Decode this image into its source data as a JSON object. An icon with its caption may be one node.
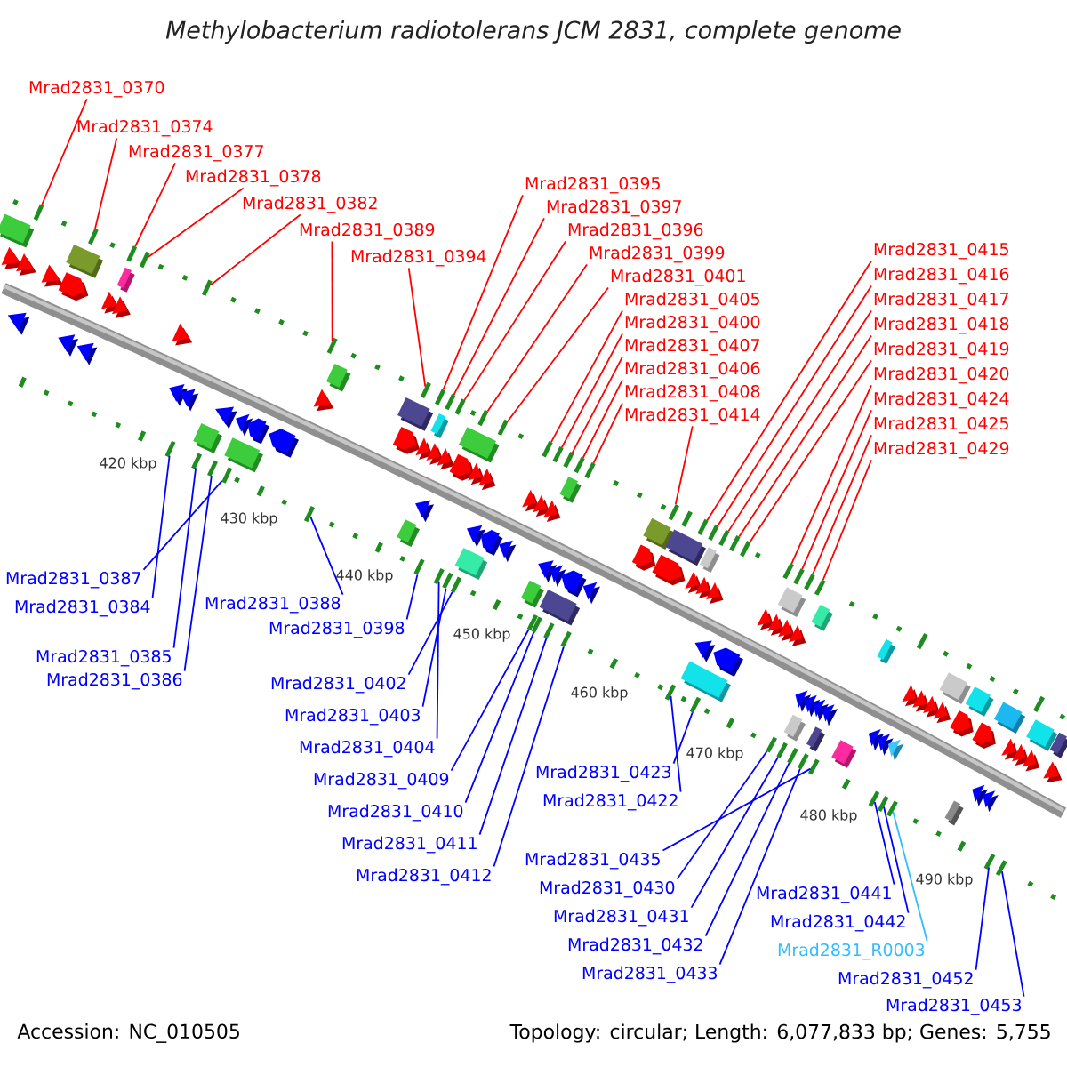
{
  "diagram": {
    "title": "Methylobacterium radiotolerans JCM 2831, complete genome",
    "nodes": [
      {
        "text": [
          "Mrad2831_0370"
        ]
      },
      {
        "text": [
          "Mrad2831_0374"
        ]
      },
      {
        "text": [
          "Mrad2831_0377"
        ]
      },
      {
        "text": [
          "Mrad2831_0378"
        ]
      },
      {
        "text": [
          "Mrad2831_0405"
        ]
      },
      {
        "text": [
          "Mrad2831_0395"
        ]
      },
      {
        "text": [
          "Mrad2831_0382"
        ]
      },
      {
        "text": [
          "Mrad2831_0400"
        ]
      },
      {
        "text": [
          "Mrad2831_0389"
        ]
      },
      {
        "text": [
          "Mrad2831_0407"
        ]
      },
      {
        "text": [
          "Mrad2831_0397"
        ]
      },
      {
        "text": [
          "Mrad2831_0394"
        ]
      },
      {
        "text": [
          "Mrad2831_0419"
        ]
      },
      {
        "text": [
          "Mrad2831_0406"
        ]
      },
      {
        "text": [
          "Mrad2831_0396"
        ]
      },
      {
        "text": [
          "Mrad2831_0418"
        ]
      },
      {
        "text": [
          "Mrad2831_0399"
        ]
      },
      {
        "text": [
          "Mrad2831_0417"
        ]
      },
      {
        "text": [
          "Mrad2831_0401"
        ]
      },
      {
        "text": [
          "Mrad2831_0415"
        ]
      },
      {
        "text": [
          "Mrad2831_0416"
        ]
      },
      {
        "text": [
          "Mrad2831_0408"
        ]
      },
      {
        "text": [
          "Mrad2831_0425"
        ]
      },
      {
        "text": [
          "Mrad2831_0414"
        ]
      },
      {
        "text": [
          "Mrad2831_0424"
        ]
      },
      {
        "text": [
          "Mrad2831_0420"
        ]
      },
      {
        "text": [
          "Mrad2831_0429"
        ]
      },
      {
        "text": [
          "Mrad2831_0387"
        ]
      },
      {
        "text": [
          "Mrad2831_0388"
        ]
      },
      {
        "text": [
          "Mrad2831_0384"
        ]
      },
      {
        "text": [
          "Mrad2831_0398"
        ]
      },
      {
        "text": [
          "Mrad2831_0385"
        ]
      },
      {
        "text": [
          "Mrad2831_0386"
        ]
      },
      {
        "text": [
          "Mrad2831_0404"
        ]
      },
      {
        "text": [
          "Mrad2831_0411"
        ]
      },
      {
        "text": [
          "Mrad2831_0402"
        ]
      },
      {
        "text": [
          "Mrad2831_0412"
        ]
      },
      {
        "text": [
          "Mrad2831_0403"
        ]
      },
      {
        "text": [
          "Mrad2831_0422"
        ]
      },
      {
        "text": [
          "Mrad2831_0423"
        ]
      },
      {
        "text": [
          "Mrad2831_0409"
        ]
      },
      {
        "text": [
          "Mrad2831_0410"
        ]
      },
      {
        "text": [
          "Mrad2831_0435"
        ]
      },
      {
        "text": [
          "Mrad2831_0430"
        ]
      },
      {
        "text": [
          "Mrad2831_0441"
        ]
      },
      {
        "text": [
          "Mrad2831_0431"
        ]
      },
      {
        "text": [
          "Mrad2831_0442"
        ]
      },
      {
        "text": [
          "Mrad2831_R0003"
        ]
      },
      {
        "text": [
          "Mrad2831_0432"
        ]
      },
      {
        "text": [
          "Mrad2831_0452"
        ]
      },
      {
        "text": [
          "Mrad2831_0433"
        ]
      },
      {
        "text": [
          "Mrad2831_0453"
        ]
      },
      {
        "text": [],
        "shape": "bar"
      },
      {
        "text": [],
        "shape": "bar"
      },
      {
        "text": [],
        "shape": "bar"
      },
      {
        "text": [],
        "shape": "bar"
      },
      {
        "text": [],
        "shape": "bar"
      },
      {
        "text": [],
        "shape": "bar"
      },
      {
        "text": [],
        "shape": "bar"
      },
      {
        "text": [],
        "shape": "bar"
      },
      {
        "text": [],
        "shape": "bar"
      },
      {
        "text": [],
        "shape": "bar"
      },
      {
        "text": [],
        "shape": "bar"
      },
      {
        "text": [],
        "shape": "bar"
      },
      {
        "text": [],
        "shape": "bar"
      },
      {
        "text": [],
        "shape": "bar"
      },
      {
        "text": [],
        "shape": "bar"
      },
      {
        "text": [],
        "shape": "bar"
      },
      {
        "text": [],
        "shape": "bar"
      },
      {
        "text": [],
        "shape": "bar"
      },
      {
        "text": [],
        "shape": "bar"
      },
      {
        "text": [],
        "shape": "bar"
      },
      {
        "text": [],
        "shape": "bar"
      },
      {
        "text": [],
        "shape": "bar"
      },
      {
        "text": [],
        "shape": "bar"
      },
      {
        "text": [],
        "shape": "bar"
      },
      {
        "text": [],
        "shape": "bar"
      },
      {
        "text": [],
        "shape": "bar"
      },
      {
        "text": [],
        "shape": "bar"
      },
      {
        "text": [],
        "shape": "bar"
      },
      {
        "text": [],
        "shape": "bar"
      },
      {
        "text": [],
        "shape": "bar"
      },
      {
        "text": [],
        "shape": "bar"
      },
      {
        "text": [],
        "shape": "bar"
      },
      {
        "text": [],
        "shape": "bar"
      },
      {
        "text": [],
        "shape": "bar"
      },
      {
        "text": [],
        "shape": "bar"
      },
      {
        "text": [],
        "shape": "bar"
      },
      {
        "text": [],
        "shape": "bar"
      },
      {
        "text": [],
        "shape": "bar"
      },
      {
        "text": [],
        "shape": "bar"
      },
      {
        "text": [],
        "shape": "bar"
      },
      {
        "text": [],
        "shape": "bar"
      },
      {
        "text": [],
        "shape": "bar"
      },
      {
        "text": [],
        "shape": "bar"
      },
      {
        "text": [],
        "shape": "bar"
      },
      {
        "text": [],
        "shape": "bar"
      },
      {
        "text": [],
        "shape": "bar"
      },
      {
        "text": [],
        "shape": "bar"
      },
      {
        "text": [],
        "shape": "bar"
      },
      {
        "text": [],
        "shape": "bar"
      },
      {
        "text": [],
        "shape": "bar"
      },
      {
        "text": [],
        "shape": "bar"
      },
      {
        "text": [],
        "shape": "bar"
      },
      {
        "text": [],
        "shape": "box"
      },
      {
        "text": [],
        "shape": "box"
      },
      {
        "text": [],
        "shape": "box"
      },
      {
        "text": [],
        "shape": "box"
      },
      {
        "text": [],
        "shape": "box"
      },
      {
        "text": [],
        "shape": "box"
      },
      {
        "text": [],
        "shape": "box"
      },
      {
        "text": [],
        "shape": "box"
      },
      {
        "text": [],
        "shape": "box"
      },
      {
        "text": [],
        "shape": "box"
      },
      {
        "text": [],
        "shape": "box"
      },
      {
        "text": [],
        "shape": "box"
      },
      {
        "text": [],
        "shape": "box"
      },
      {
        "text": [],
        "shape": "box"
      },
      {
        "text": [],
        "shape": "box"
      },
      {
        "text": [],
        "shape": "box"
      },
      {
        "text": [],
        "shape": "box"
      },
      {
        "text": [],
        "shape": "box"
      },
      {
        "text": [],
        "shape": "box"
      },
      {
        "text": [],
        "shape": "arrow"
      },
      {
        "text": [],
        "shape": "arrow"
      },
      {
        "text": [],
        "shape": "arrow"
      },
      {
        "text": [],
        "shape": "arrow"
      },
      {
        "text": [],
        "shape": "arrow"
      },
      {
        "text": [],
        "shape": "arrow"
      },
      {
        "text": [],
        "shape": "arrow"
      },
      {
        "text": [],
        "shape": "arrow"
      },
      {
        "text": [],
        "shape": "arrow"
      },
      {
        "text": [],
        "shape": "arrow"
      },
      {
        "text": [],
        "shape": "arrow"
      },
      {
        "text": [],
        "shape": "arrow"
      },
      {
        "text": [],
        "shape": "arrow"
      },
      {
        "text": [],
        "shape": "arrow"
      },
      {
        "text": [],
        "shape": "arrow"
      },
      {
        "text": [],
        "shape": "arrow"
      },
      {
        "text": [],
        "shape": "arrow"
      },
      {
        "text": [],
        "shape": "arrow"
      },
      {
        "text": [],
        "shape": "arrow"
      },
      {
        "text": [],
        "shape": "arrow"
      },
      {
        "text": [],
        "shape": "arrow"
      },
      {
        "text": [],
        "shape": "arrow"
      },
      {
        "text": [],
        "shape": "arrow"
      },
      {
        "text": [],
        "shape": "arrow"
      },
      {
        "text": [],
        "shape": "arrow"
      },
      {
        "text": [],
        "shape": "arrow"
      },
      {
        "text": [],
        "shape": "arrow"
      },
      {
        "text": [],
        "shape": "arrow"
      },
      {
        "text": [],
        "shape": "arrow"
      },
      {
        "text": [],
        "shape": "arrow"
      },
      {
        "text": [],
        "shape": "arrow"
      },
      {
        "text": [],
        "shape": "arrow"
      },
      {
        "text": [],
        "shape": "arrow"
      },
      {
        "text": [],
        "shape": "arrow"
      },
      {
        "text": [],
        "shape": "arrow"
      },
      {
        "text": [],
        "shape": "arrow"
      },
      {
        "text": [],
        "shape": "arrow"
      },
      {
        "text": [],
        "shape": "arrow"
      },
      {
        "text": [],
        "shape": "arrow"
      },
      {
        "text": [],
        "shape": "arrow"
      },
      {
        "text": [],
        "shape": "arrow"
      },
      {
        "text": [],
        "shape": "arrow"
      },
      {
        "text": [],
        "shape": "arrow"
      },
      {
        "text": [],
        "shape": "arrow"
      },
      {
        "text": [],
        "shape": "arrow"
      },
      {
        "text": [],
        "shape": "arrow"
      },
      {
        "text": [],
        "shape": "arrow"
      },
      {
        "text": [],
        "shape": "arrow"
      },
      {
        "text": [],
        "shape": "arrow"
      },
      {
        "text": [],
        "shape": "arrow"
      },
      {
        "text": [],
        "shape": "arrow"
      },
      {
        "text": [],
        "shape": "arrow"
      },
      {
        "text": [],
        "shape": "arrow"
      },
      {
        "text": [],
        "shape": "arrow"
      },
      {
        "text": [],
        "shape": "arrow"
      },
      {
        "text": [],
        "shape": "arrow"
      },
      {
        "text": [],
        "shape": "arrow"
      },
      {
        "text": [],
        "shape": "arrow"
      },
      {
        "text": [],
        "shape": "arrow"
      },
      {
        "text": [],
        "shape": "arrow"
      },
      {
        "text": [],
        "shape": "arrow"
      },
      {
        "text": [],
        "shape": "arrow"
      },
      {
        "text": [],
        "shape": "arrow"
      },
      {
        "text": [],
        "shape": "arrow"
      },
      {
        "text": [],
        "shape": "arrow"
      },
      {
        "text": [],
        "shape": "box"
      },
      {
        "text": [],
        "shape": "box"
      },
      {
        "text": [],
        "shape": "box"
      },
      {
        "text": [],
        "shape": "box"
      },
      {
        "text": [],
        "shape": "box"
      },
      {
        "text": [],
        "shape": "box"
      },
      {
        "text": [],
        "shape": "box"
      },
      {
        "text": [],
        "shape": "box"
      },
      {
        "text": [],
        "shape": "box"
      },
      {
        "text": [],
        "shape": "box"
      },
      {
        "text": [],
        "shape": "box"
      }
    ],
    "edges": [
      {
        "from": 0,
        "to": 52,
        "arrow": "none"
      },
      {
        "from": 1,
        "to": 53,
        "arrow": "none"
      },
      {
        "from": 2,
        "to": 54,
        "arrow": "none"
      },
      {
        "from": 3,
        "to": 55,
        "arrow": "none"
      },
      {
        "from": 4,
        "to": 76,
        "arrow": "none"
      },
      {
        "from": 5,
        "to": 66,
        "arrow": "none"
      },
      {
        "from": 6,
        "to": 58,
        "arrow": "none"
      },
      {
        "from": 7,
        "to": 77,
        "arrow": "none"
      },
      {
        "from": 8,
        "to": 62,
        "arrow": "none"
      },
      {
        "from": 9,
        "to": 79,
        "arrow": "none"
      },
      {
        "from": 10,
        "to": 68,
        "arrow": "none"
      },
      {
        "from": 11,
        "to": 64,
        "arrow": "none"
      },
      {
        "from": 12,
        "to": 89,
        "arrow": "none"
      },
      {
        "from": 13,
        "to": 80,
        "arrow": "none"
      },
      {
        "from": 14,
        "to": 70,
        "arrow": "none"
      },
      {
        "from": 15,
        "to": 88,
        "arrow": "none"
      },
      {
        "from": 16,
        "to": 71,
        "arrow": "none"
      },
      {
        "from": 17,
        "to": 87,
        "arrow": "none"
      },
      {
        "from": 18,
        "to": 72,
        "arrow": "none"
      },
      {
        "from": 19,
        "to": 85,
        "arrow": "none"
      },
      {
        "from": 20,
        "to": 86,
        "arrow": "none"
      },
      {
        "from": 21,
        "to": 81,
        "arrow": "none"
      },
      {
        "from": 22,
        "to": 97,
        "arrow": "none"
      },
      {
        "from": 23,
        "to": 83,
        "arrow": "none"
      },
      {
        "from": 24,
        "to": 96,
        "arrow": "none"
      },
      {
        "from": 25,
        "to": 94,
        "arrow": "none"
      },
      {
        "from": 26,
        "to": 98,
        "arrow": "none"
      },
      {
        "from": 27,
        "to": 60,
        "arrow": "none",
        "color": "#0000ff"
      },
      {
        "from": 28,
        "to": 61,
        "arrow": "none",
        "color": "#0000ff"
      },
      {
        "from": 29,
        "to": 56,
        "arrow": "none",
        "color": "#0000ff"
      },
      {
        "from": 30,
        "to": 63,
        "arrow": "none",
        "color": "#0000ff"
      },
      {
        "from": 31,
        "to": 57,
        "arrow": "none",
        "color": "#0000ff"
      },
      {
        "from": 32,
        "to": 59,
        "arrow": "none",
        "color": "#0000ff"
      },
      {
        "from": 33,
        "to": 65,
        "arrow": "none",
        "color": "#0000ff"
      },
      {
        "from": 34,
        "to": 75,
        "arrow": "none",
        "color": "#0000ff"
      },
      {
        "from": 35,
        "to": 69,
        "arrow": "none",
        "color": "#0000ff"
      },
      {
        "from": 36,
        "to": 78,
        "arrow": "none",
        "color": "#0000ff"
      },
      {
        "from": 37,
        "to": 67,
        "arrow": "none",
        "color": "#0000ff"
      },
      {
        "from": 38,
        "to": 82,
        "arrow": "none",
        "color": "#0000ff"
      },
      {
        "from": 39,
        "to": 84,
        "arrow": "none",
        "color": "#0000ff"
      },
      {
        "from": 40,
        "to": 73,
        "arrow": "none",
        "color": "#0000ff"
      },
      {
        "from": 41,
        "to": 74,
        "arrow": "none",
        "color": "#0000ff"
      },
      {
        "from": 42,
        "to": 95,
        "arrow": "none",
        "color": "#0000ff"
      },
      {
        "from": 43,
        "to": 90,
        "arrow": "none",
        "color": "#0000ff"
      },
      {
        "from": 44,
        "to": 99,
        "arrow": "none",
        "color": "#0000ff"
      },
      {
        "from": 45,
        "to": 91,
        "arrow": "none",
        "color": "#0000ff"
      },
      {
        "from": 46,
        "to": 100,
        "arrow": "none",
        "color": "#0000ff"
      },
      {
        "from": 47,
        "to": 101,
        "arrow": "none",
        "color": "#33bbff"
      },
      {
        "from": 48,
        "to": 92,
        "arrow": "none",
        "color": "#0000ff"
      },
      {
        "from": 49,
        "to": 102,
        "arrow": "none",
        "color": "#0000ff"
      },
      {
        "from": 50,
        "to": 93,
        "arrow": "none",
        "color": "#0000ff"
      },
      {
        "from": 51,
        "to": 103,
        "arrow": "none",
        "color": "#0000ff"
      }
    ],
    "labels": [
      "420 kbp",
      "430 kbp",
      "440 kbp",
      "450 kbp",
      "460 kbp",
      "470 kbp",
      "480 kbp",
      "490 kbp",
      "Accession: NC_010505",
      "Topology: circular; Length: 6,077,833 bp; Genes: 5,755"
    ]
  }
}
